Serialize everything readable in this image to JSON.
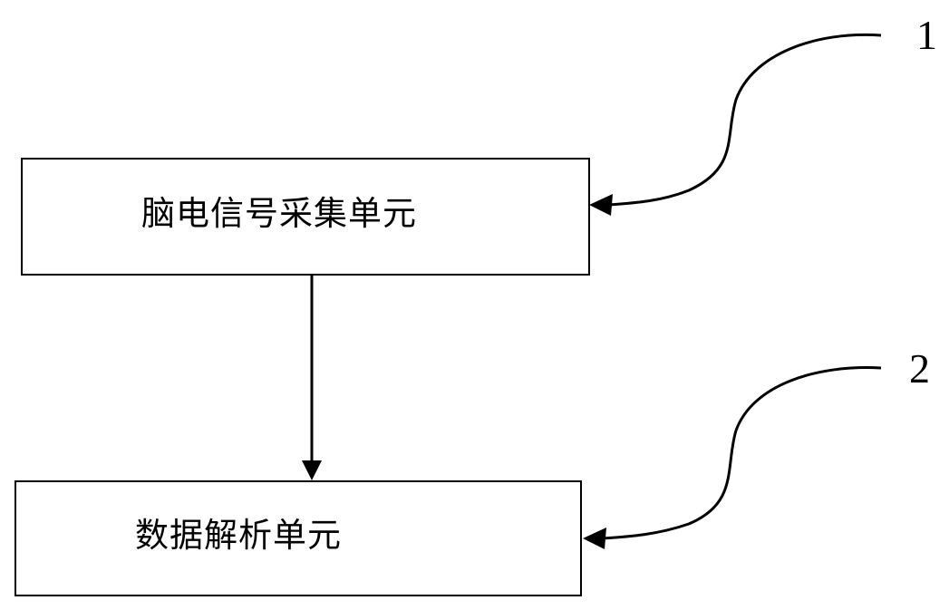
{
  "blocks": {
    "eeg_acquisition": {
      "label": "脑电信号采集单元"
    },
    "data_analysis": {
      "label": "数据解析单元"
    }
  },
  "reference_numbers": {
    "ref_1": "1",
    "ref_2": "2"
  },
  "colors": {
    "stroke": "#000000",
    "background": "#ffffff"
  }
}
